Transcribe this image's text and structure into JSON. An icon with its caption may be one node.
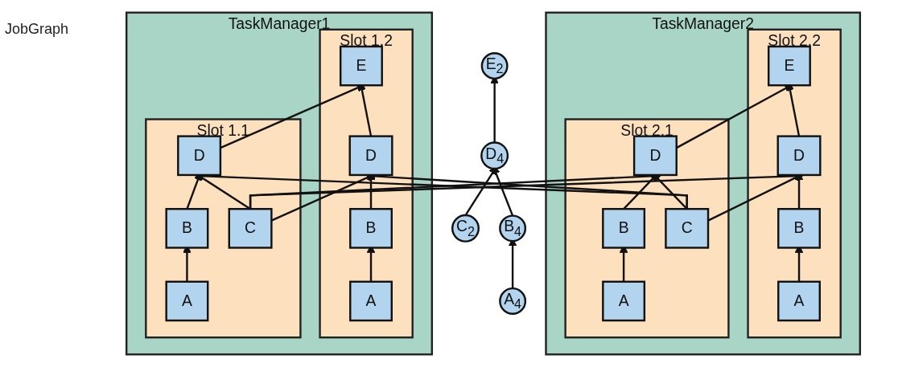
{
  "diagram": {
    "nodes": [
      {
        "text": [
          "E$_{2}$"
        ]
      },
      {
        "text": [
          "D$_{4}$"
        ]
      },
      {
        "text": [
          "C$_{2}$"
        ]
      },
      {
        "text": [
          "B$_{4}$"
        ]
      },
      {
        "text": [
          "A$_{4}$"
        ]
      },
      {
        "text": [
          "TaskManager1"
        ]
      },
      {
        "text": [
          "Slot 1.1"
        ],
        "in": 5
      },
      {
        "text": [
          "D"
        ],
        "in": 6
      },
      {
        "text": [
          "C"
        ],
        "in": 6
      },
      {
        "text": [
          "B"
        ],
        "in": 6
      },
      {
        "text": [
          "A"
        ],
        "in": 6
      },
      {
        "text": [
          "Slot 1.2"
        ],
        "in": 5
      },
      {
        "text": [
          "E"
        ],
        "in": 11
      },
      {
        "text": [
          "D"
        ],
        "in": 11
      },
      {
        "text": [
          "B"
        ],
        "in": 11
      },
      {
        "text": [
          "A"
        ],
        "in": 11
      },
      {
        "text": [
          "TaskManager2"
        ]
      },
      {
        "text": [
          "Slot 2.1"
        ],
        "in": 16
      },
      {
        "text": [
          "D"
        ],
        "in": 17
      },
      {
        "text": [
          "C"
        ],
        "in": 17
      },
      {
        "text": [
          "B"
        ],
        "in": 17
      },
      {
        "text": [
          "A"
        ],
        "in": 17
      },
      {
        "text": [
          "Slot 2.2"
        ],
        "in": 16
      },
      {
        "text": [
          "E"
        ],
        "in": 22
      },
      {
        "text": [
          "D"
        ],
        "in": 22
      },
      {
        "text": [
          "B"
        ],
        "in": 22
      },
      {
        "text": [
          "A"
        ],
        "in": 22
      }
    ],
    "edges": [
      {
        "from": 1,
        "to": 0,
        "arrow": "to"
      },
      {
        "from": 2,
        "to": 1,
        "arrow": "to"
      },
      {
        "from": 3,
        "to": 1,
        "arrow": "to"
      },
      {
        "from": 4,
        "to": 3,
        "arrow": "to"
      },
      {
        "from": 10,
        "to": 9,
        "arrow": "to"
      },
      {
        "from": 9,
        "to": 7,
        "arrow": "to"
      },
      {
        "from": 8,
        "to": 7,
        "arrow": "to"
      },
      {
        "from": 7,
        "to": 12,
        "arrow": "to"
      },
      {
        "from": 15,
        "to": 14,
        "arrow": "to"
      },
      {
        "from": 14,
        "to": 13,
        "arrow": "to"
      },
      {
        "from": 13,
        "to": 12,
        "arrow": "to"
      },
      {
        "from": 8,
        "to": 13,
        "arrow": "to"
      },
      {
        "from": 8,
        "to": 18,
        "arrow": "to"
      },
      {
        "from": 8,
        "to": 24,
        "arrow": "to"
      },
      {
        "from": 21,
        "to": 20,
        "arrow": "to"
      },
      {
        "from": 20,
        "to": 18,
        "arrow": "to"
      },
      {
        "from": 19,
        "to": 18,
        "arrow": "to"
      },
      {
        "from": 19,
        "to": 7,
        "arrow": "to"
      },
      {
        "from": 19,
        "to": 13,
        "arrow": "to"
      },
      {
        "from": 19,
        "to": 24,
        "arrow": "to"
      },
      {
        "from": 18,
        "to": 23,
        "arrow": "to"
      },
      {
        "from": 26,
        "to": 25,
        "arrow": "to"
      },
      {
        "from": 25,
        "to": 24,
        "arrow": "to"
      },
      {
        "from": 24,
        "to": 23,
        "arrow": "to"
      }
    ],
    "labels": [
      "JobGraph"
    ]
  }
}
